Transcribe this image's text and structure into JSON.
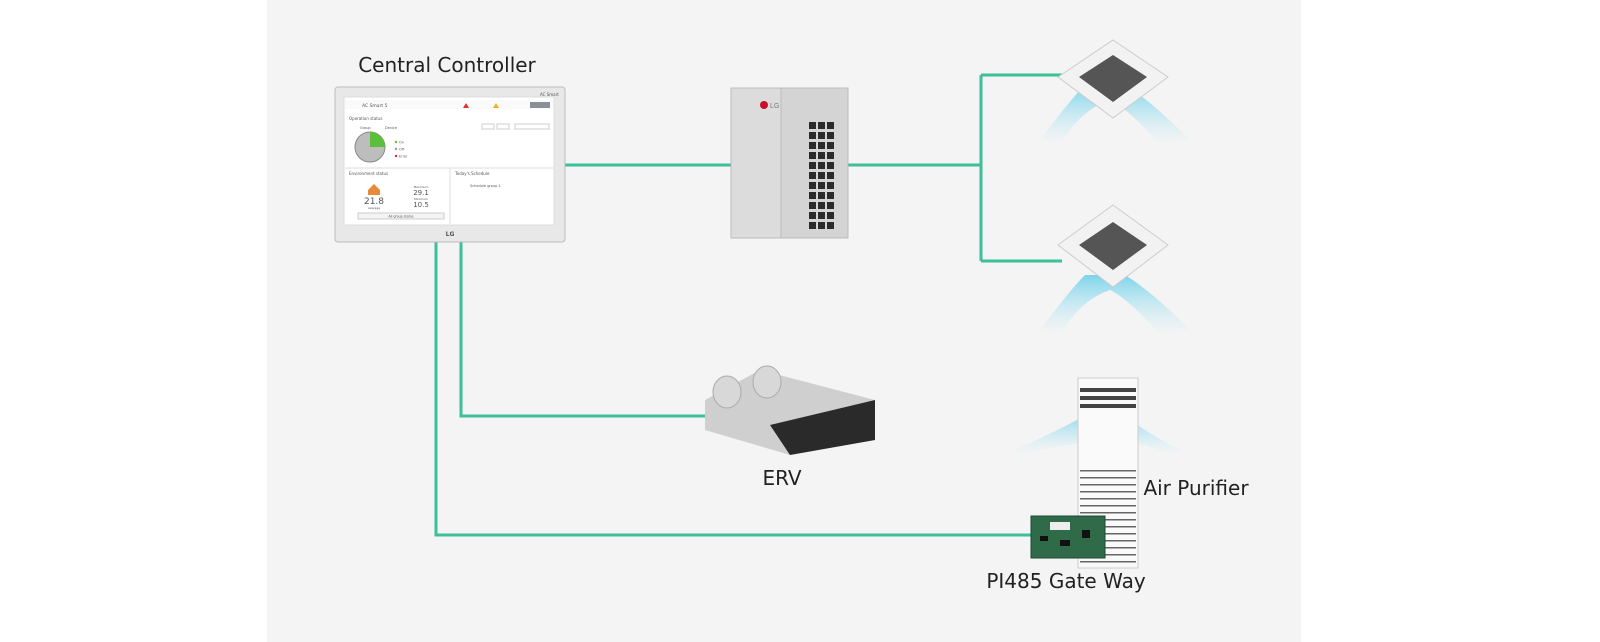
{
  "labels": {
    "controller": "Central Controller",
    "erv": "ERV",
    "air_purifier": "Air Purifier",
    "gateway": "PI485 Gate Way"
  },
  "controller_screen": {
    "brand_top": "AC Smart",
    "site": "AC Smart 5",
    "tab_group": "Group",
    "tab_device": "Device",
    "section_operation": "Operation status",
    "legend_on": "On",
    "legend_off": "Off",
    "legend_error": "Error",
    "section_environment": "Environment status",
    "avg_value": "21.8",
    "avg_label": "Average",
    "max_label": "Maximum",
    "max_value": "29.1",
    "min_label": "Minimum",
    "min_value": "10.5",
    "all_group_button": "All group status",
    "section_schedule": "Today's Schedule",
    "schedule_item": "Schedule group 1",
    "bezel_logo": "LG"
  },
  "outdoor_unit_logo": "LG",
  "colors": {
    "connection_line": "#3dbf9a",
    "panel_bg": "#f4f4f4",
    "airflow": "#7fd6ec",
    "pie_on": "#5cbf3a"
  }
}
